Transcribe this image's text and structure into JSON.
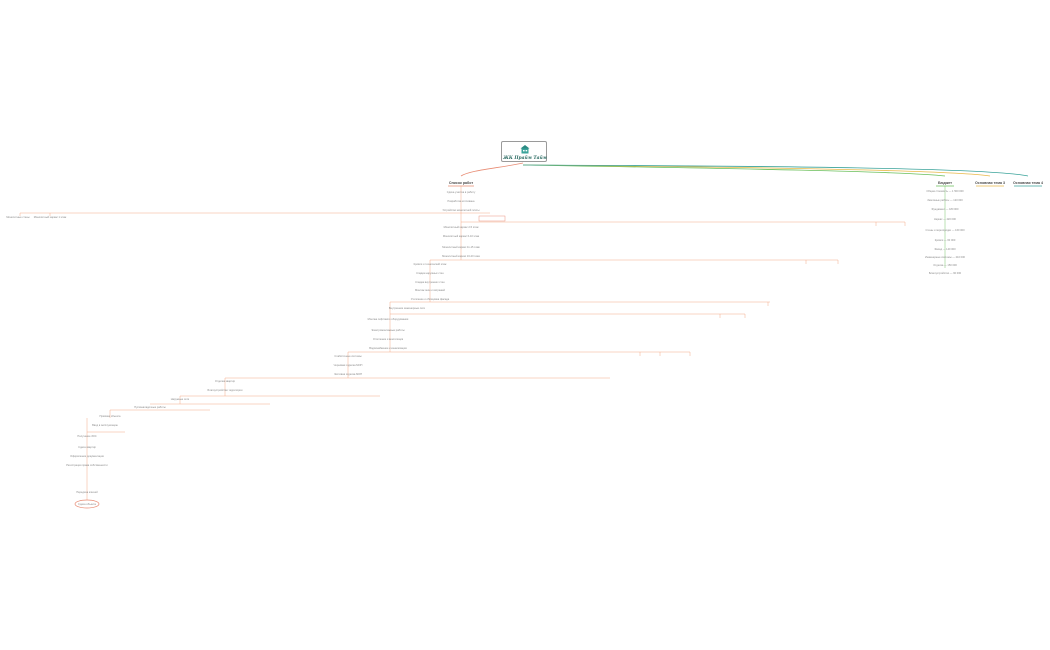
{
  "root": {
    "title": "ЖК Прайм Тайм",
    "logo_icon": "house-logo-icon",
    "colors": {
      "teal": "#3aa39a",
      "green": "#6abf5a",
      "orange": "#f2a07b",
      "red": "#e88b73"
    }
  },
  "branches": {
    "works": {
      "label": "Список работ",
      "items": [
        "Сдача участка в работу",
        "Разработка котлована",
        "Устройство монолитной плиты",
        "Монолитные стены",
        "Монолитный каркас 1 этаж",
        "Монолитный каркас 2-5 этаж",
        "Монолитный каркас 6-10 этаж",
        "Монолитный каркас 11-15 этаж",
        "Монолитный каркас 16-20 этаж",
        "Кровля и технический этаж",
        "Кладка наружных стен",
        "Кладка внутренних стен",
        "Монтаж окон и витражей",
        "Утепление и облицовка фасада",
        "Внутренние инженерные сети",
        "Монтаж лифтового оборудования",
        "Электромонтажные работы",
        "Отопление и вентиляция",
        "Водоснабжение и канализация",
        "Слаботочные системы",
        "Черновая отделка МОП",
        "Чистовая отделка МОП",
        "Отделка квартир",
        "Благоустройство территории",
        "Наружные сети",
        "Пусконаладочные работы",
        "Приёмка объекта",
        "Ввод в эксплуатацию",
        "Получение ЗОС",
        "Сдача квартир",
        "Оформление документации",
        "Регистрация права собственности",
        "Передача ключей"
      ]
    },
    "budget": {
      "label": "Бюджет",
      "items": [
        "Общая стоимость — 1 500 000",
        "Земляные работы — 120 000",
        "Фундамент — 180 000",
        "Каркас — 420 000",
        "Стены и перегородки — 160 000",
        "Кровля — 60 000",
        "Фасад — 140 000",
        "Инженерные системы — 210 000",
        "Отделка — 150 000",
        "Благоустройство — 60 000"
      ]
    },
    "topic3": {
      "label": "Основная тема 3"
    },
    "topic4": {
      "label": "Основная тема 4"
    }
  },
  "final_node": {
    "label": "Сдача объекта"
  }
}
